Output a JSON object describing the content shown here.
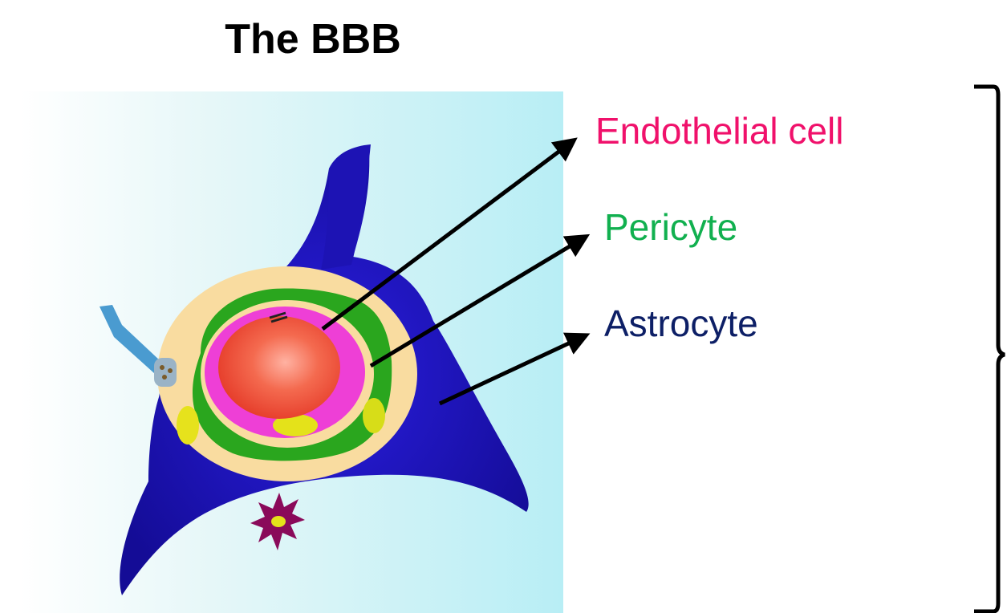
{
  "title": "The BBB",
  "labels": {
    "endothelial": "Endothelial cell",
    "pericyte": "Pericyte",
    "astrocyte": "Astrocyte"
  },
  "colors": {
    "endothelial": "#f0116b",
    "pericyte": "#11b04f",
    "astrocyte": "#0d1f66",
    "astrocyte_body": "#1c12b8",
    "basement_membrane": "#f9dca0",
    "pericyte_body": "#1fa31a",
    "endothelium": "#f03cd8",
    "red_blood_cell": "#f0503a",
    "nucleus": "#e8e020",
    "background_cyan": "#bdf0f6",
    "microglia": "#8a0a5a"
  }
}
